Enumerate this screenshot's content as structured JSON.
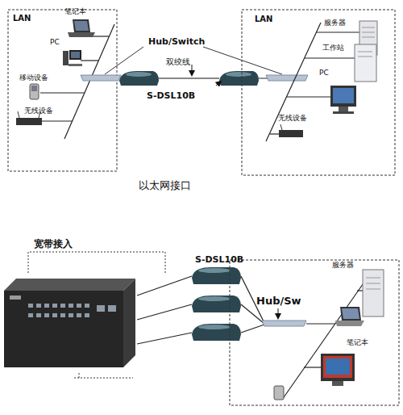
{
  "diagram": {
    "nodes": [
      {
        "text": [
          "LAN"
        ]
      },
      {
        "text": [
          "笔记本"
        ],
        "in": 0
      },
      {
        "text": [
          "PC"
        ],
        "in": 0
      },
      {
        "text": [
          "移动设备"
        ],
        "in": 0
      },
      {
        "text": [
          "无线设备"
        ],
        "in": 0
      },
      {
        "text": [
          "LAN"
        ]
      },
      {
        "text": [
          "服务器"
        ],
        "in": 5
      },
      {
        "text": [
          "工作站"
        ],
        "in": 5
      },
      {
        "text": [
          "PC"
        ],
        "in": 5
      },
      {
        "text": [
          "无线设备"
        ],
        "in": 5
      },
      {
        "text": [
          "服务器"
        ]
      },
      {
        "text": [
          "笔记本"
        ]
      }
    ],
    "labels": [
      "Hub/Switch",
      "双绞线",
      "S-DSL10B",
      "以太网接口",
      "宽带接入",
      "S-DSL10B",
      "Hub/Sw"
    ]
  }
}
